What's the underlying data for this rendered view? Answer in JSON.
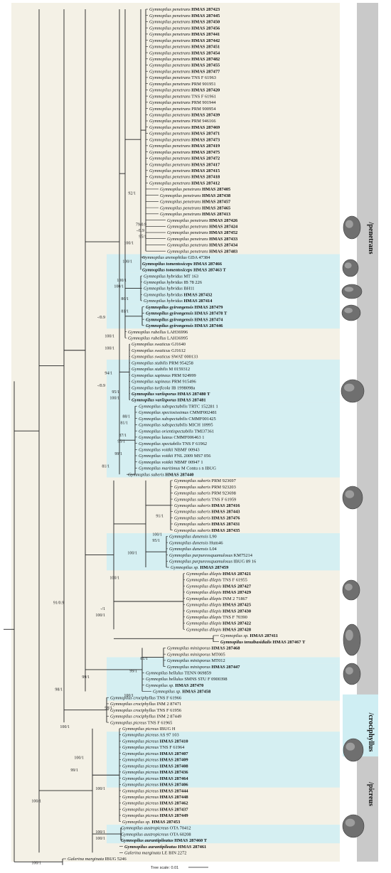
{
  "colors": {
    "band": "#f4f1e6",
    "highlight": "#cfeef3",
    "grey": "#c9c9c9",
    "branch": "#222222"
  },
  "groups": [
    "/penetrans",
    "/crociphyllus",
    "/picreus"
  ],
  "scale": {
    "label": "Tree scale: 0.01"
  },
  "supports": [
    "92/1",
    "79/0.9",
    "-/0.9",
    "100/1",
    "95/1",
    "100/1",
    "100/1",
    "86/1",
    "100/1",
    "81/1",
    "-/0.9",
    "100/1",
    "100/1",
    "94/1",
    "-/0.9",
    "95/1",
    "100/1",
    "88/1",
    "81/1",
    "87/1",
    "95/1",
    "99/1",
    "81/1",
    "100/1",
    "91/1",
    "95/1",
    "100/1",
    "100/1",
    "91/0.9",
    "-/1",
    "100/1",
    "98/1",
    "81/1",
    "99/1",
    "99/1",
    "100/1",
    "98/1",
    "100/1",
    "100/1",
    "99/1",
    "100/1",
    "100/1",
    "100/1",
    "100/1",
    "100/1"
  ],
  "taxa": [
    {
      "sp": "Gymnopilus penetrans",
      "id": "HMAS 287423",
      "b": 1
    },
    {
      "sp": "Gymnopilus penetrans",
      "id": "HMAS 287445",
      "b": 1
    },
    {
      "sp": "Gymnopilus penetrans",
      "id": "HMAS 287450",
      "b": 1
    },
    {
      "sp": "Gymnopilus penetrans",
      "id": "HMAS 287456",
      "b": 1
    },
    {
      "sp": "Gymnopilus penetrans",
      "id": "HMAS 287441",
      "b": 1
    },
    {
      "sp": "Gymnopilus penetrans",
      "id": "HMAS 287442",
      "b": 1
    },
    {
      "sp": "Gymnopilus penetrans",
      "id": "HMAS 287451",
      "b": 1
    },
    {
      "sp": "Gymnopilus penetrans",
      "id": "HMAS 287454",
      "b": 1
    },
    {
      "sp": "Gymnopilus penetrans",
      "id": "HMAS 287482",
      "b": 1
    },
    {
      "sp": "Gymnopilus penetrans",
      "id": "HMAS 287455",
      "b": 1
    },
    {
      "sp": "Gymnopilus penetrans",
      "id": "HMAS 287477",
      "b": 1
    },
    {
      "sp": "Gymnopilus penetrans",
      "id": "TNS F 61963",
      "b": 0
    },
    {
      "sp": "Gymnopilus penetrans",
      "id": "PRM 901951",
      "b": 0
    },
    {
      "sp": "Gymnopilus penetrans",
      "id": "HMAS 287420",
      "b": 1
    },
    {
      "sp": "Gymnopilus penetrans",
      "id": "TNS F 61961",
      "b": 0
    },
    {
      "sp": "Gymnopilus penetrans",
      "id": "PRM 901944",
      "b": 0
    },
    {
      "sp": "Gymnopilus penetrans",
      "id": "PRM 900954",
      "b": 0
    },
    {
      "sp": "Gymnopilus penetrans",
      "id": "HMAS 287439",
      "b": 1
    },
    {
      "sp": "Gymnopilus penetrans",
      "id": "PRM 946166",
      "b": 0
    },
    {
      "sp": "Gymnopilus penetrans",
      "id": "HMAS 287469",
      "b": 1
    },
    {
      "sp": "Gymnopilus penetrans",
      "id": "HMAS 287471",
      "b": 1
    },
    {
      "sp": "Gymnopilus penetrans",
      "id": "HMAS 287473",
      "b": 1
    },
    {
      "sp": "Gymnopilus penetrans",
      "id": "HMAS 287419",
      "b": 1
    },
    {
      "sp": "Gymnopilus penetrans",
      "id": "HMAS 287475",
      "b": 1
    },
    {
      "sp": "Gymnopilus penetrans",
      "id": "HMAS 287472",
      "b": 1
    },
    {
      "sp": "Gymnopilus penetrans",
      "id": "HMAS 287417",
      "b": 1
    },
    {
      "sp": "Gymnopilus penetrans",
      "id": "HMAS 287415",
      "b": 1
    },
    {
      "sp": "Gymnopilus penetrans",
      "id": "HMAS 287418",
      "b": 1
    },
    {
      "sp": "Gymnopilus penetrans",
      "id": "HMAS 287412",
      "b": 1
    },
    {
      "sp": "Gymnopilus penetrans",
      "id": "HMAS 287405",
      "b": 1
    },
    {
      "sp": "Gymnopilus penetrans",
      "id": "HMAS 287438",
      "b": 1
    },
    {
      "sp": "Gymnopilus penetrans",
      "id": "HMAS 287457",
      "b": 1
    },
    {
      "sp": "Gymnopilus penetrans",
      "id": "HMAS 287465",
      "b": 1
    },
    {
      "sp": "Gymnopilus penetrans",
      "id": "HMAS 287413",
      "b": 1
    },
    {
      "sp": "Gymnopilus penetrans",
      "id": "HMAS 287426",
      "b": 1
    },
    {
      "sp": "Gymnopilus penetrans",
      "id": "HMAS 287424",
      "b": 1
    },
    {
      "sp": "Gymnopilus penetrans",
      "id": "HMAS 287452",
      "b": 1
    },
    {
      "sp": "Gymnopilus penetrans",
      "id": "HMAS 287433",
      "b": 1
    },
    {
      "sp": "Gymnopilus penetrans",
      "id": "HMAS 287434",
      "b": 1
    },
    {
      "sp": "Gymnopilus penetrans",
      "id": "HMAS 287483",
      "b": 1
    },
    {
      "sp": "Gymnopilus arenophilus",
      "id": "GDA 47384",
      "b": 0
    },
    {
      "sp": "Gymnopilus tomentosiceps",
      "id": "HMAS 287466",
      "b": 2
    },
    {
      "sp": "Gymnopilus tomentosiceps",
      "id": "HMAS 287463 T",
      "b": 2
    },
    {
      "sp": "Gymnopilus hybridus",
      "id": "MT 163",
      "b": 0
    },
    {
      "sp": "Gymnopilus hybridus",
      "id": "IB 78 226",
      "b": 0
    },
    {
      "sp": "Gymnopilus hybridus",
      "id": "BH11",
      "b": 0
    },
    {
      "sp": "Gymnopilus hybridus",
      "id": "HMAS 287432",
      "b": 1
    },
    {
      "sp": "Gymnopilus hybridus",
      "id": "HMAS 287414",
      "b": 1
    },
    {
      "sp": "Gymnopilus gyirongensis",
      "id": "HMAS 287479",
      "b": 2
    },
    {
      "sp": "Gymnopilus gyirongensis",
      "id": "HMAS 287478 T",
      "b": 2
    },
    {
      "sp": "Gymnopilus gyirongensis",
      "id": "HMAS 287474",
      "b": 2
    },
    {
      "sp": "Gymnopilus gyirongensis",
      "id": "HMAS 287446",
      "b": 2
    },
    {
      "sp": "Gymnopilus rubellus",
      "id": "LAH36996",
      "b": 0
    },
    {
      "sp": "Gymnopilus rubellus",
      "id": "LAH36995",
      "b": 0
    },
    {
      "sp": "Gymnopilus swaticus",
      "id": "GJ1640",
      "b": 0
    },
    {
      "sp": "Gymnopilus swaticus",
      "id": "GJ1612",
      "b": 0
    },
    {
      "sp": "Gymnopilus swaticus",
      "id": "SWAT 000133",
      "b": 0
    },
    {
      "sp": "Gymnopilus stabilis",
      "id": "PRM 954258",
      "b": 0
    },
    {
      "sp": "Gymnopilus stabilis",
      "id": "M 0159312",
      "b": 0
    },
    {
      "sp": "Gymnopilus sapineus",
      "id": "PRM 924999",
      "b": 0
    },
    {
      "sp": "Gymnopilus sapineus",
      "id": "PRM 915496",
      "b": 0
    },
    {
      "sp": "Gymnopilus turficola",
      "id": "IB 1998098a",
      "b": 0
    },
    {
      "sp": "Gymnopilus variisporus",
      "id": "HMAS 287480 T",
      "b": 2
    },
    {
      "sp": "Gymnopilus variisporus",
      "id": "HMAS 287481",
      "b": 2
    },
    {
      "sp": "Gymnopilus subspectabilis",
      "id": "TRTC 152281 1",
      "b": 0
    },
    {
      "sp": "Gymnopilus speciosissimus",
      "id": "CMMF002481",
      "b": 0
    },
    {
      "sp": "Gymnopilus subspectabilis",
      "id": "CMMF001425",
      "b": 0
    },
    {
      "sp": "Gymnopilus subspectabilis",
      "id": "MICH 10995",
      "b": 0
    },
    {
      "sp": "Gymnopilus orientispectabilis",
      "id": "TMI37361",
      "b": 0
    },
    {
      "sp": "Gymnopilus luteus",
      "id": "CMMF006463 1",
      "b": 0
    },
    {
      "sp": "Gymnopilus spectabilis",
      "id": "TNS F 61962",
      "b": 0
    },
    {
      "sp": "Gymnopilus voitkii",
      "id": "NBMF 00943",
      "b": 0
    },
    {
      "sp": "Gymnopilus voitkii",
      "id": "FNL 2009 MS7 056",
      "b": 0
    },
    {
      "sp": "Gymnopilus voitkii",
      "id": "NBMF 00947 1",
      "b": 0
    },
    {
      "sp": "Gymnopilus maritimus",
      "id": "M Contu s n IBUG",
      "b": 0
    },
    {
      "sp": "Gymnopilus suberis",
      "id": "HMAS 287440",
      "b": 1
    },
    {
      "sp": "Gymnopilus suberis",
      "id": "PRM 923697",
      "b": 0
    },
    {
      "sp": "Gymnopilus suberis",
      "id": "PRM 923203",
      "b": 0
    },
    {
      "sp": "Gymnopilus suberis",
      "id": "PRM 923698",
      "b": 0
    },
    {
      "sp": "Gymnopilus suberis",
      "id": "TNS F 61959",
      "b": 0
    },
    {
      "sp": "Gymnopilus suberis",
      "id": "HMAS 287416",
      "b": 1
    },
    {
      "sp": "Gymnopilus suberis",
      "id": "HMAS 287443",
      "b": 1
    },
    {
      "sp": "Gymnopilus suberis",
      "id": "HMAS 287476",
      "b": 1
    },
    {
      "sp": "Gymnopilus suberis",
      "id": "HMAS 287431",
      "b": 1
    },
    {
      "sp": "Gymnopilus suberis",
      "id": "HMAS 287435",
      "b": 1
    },
    {
      "sp": "Gymnopilus dunensis",
      "id": "L90",
      "b": 0
    },
    {
      "sp": "Gymnopilus dunensis",
      "id": "Hum46",
      "b": 0
    },
    {
      "sp": "Gymnopilus dunensis",
      "id": "L04",
      "b": 0
    },
    {
      "sp": "Gymnopilus purpureosquamulosus",
      "id": "KM75214",
      "b": 0
    },
    {
      "sp": "Gymnopilus purpureosquamulosus",
      "id": "IBUG 89 16",
      "b": 0
    },
    {
      "sp": "Gymnopilus sp.",
      "id": "HMAS 287459",
      "b": 1
    },
    {
      "sp": "Gymnopilus dilepis",
      "id": "HMAS 287421",
      "b": 1
    },
    {
      "sp": "Gymnopilus dilepis",
      "id": "TNS F 61955",
      "b": 0
    },
    {
      "sp": "Gymnopilus dilepis",
      "id": "HMAS 287427",
      "b": 1
    },
    {
      "sp": "Gymnopilus dilepis",
      "id": "HMAS 287429",
      "b": 1
    },
    {
      "sp": "Gymnopilus dilepis",
      "id": "INM 2 71867",
      "b": 0
    },
    {
      "sp": "Gymnopilus dilepis",
      "id": "HMAS 287425",
      "b": 1
    },
    {
      "sp": "Gymnopilus dilepis",
      "id": "HMAS 287430",
      "b": 1
    },
    {
      "sp": "Gymnopilus dilepis",
      "id": "TNS F 70390",
      "b": 0
    },
    {
      "sp": "Gymnopilus dilepis",
      "id": "HMAS 287422",
      "b": 1
    },
    {
      "sp": "Gymnopilus dilepis",
      "id": "HMAS 287428",
      "b": 1
    },
    {
      "sp": "Gymnopilus sp.",
      "id": "HMAS 287411",
      "b": 1
    },
    {
      "sp": "Gymnopilus tenuibasidialis",
      "id": "HMAS 287467 T",
      "b": 2
    },
    {
      "sp": "Gymnopilus minisporus",
      "id": "HMAS 287468",
      "b": 1
    },
    {
      "sp": "Gymnopilus minisporus",
      "id": "MT005",
      "b": 0
    },
    {
      "sp": "Gymnopilus minisporus",
      "id": "MT012",
      "b": 0
    },
    {
      "sp": "Gymnopilus minisporus",
      "id": "HMAS 287447",
      "b": 1
    },
    {
      "sp": "Gymnopilus bellulus",
      "id": "TENN 069859",
      "b": 0
    },
    {
      "sp": "Gymnopilus bellulus",
      "id": "SMNS STU F 0900398",
      "b": 0
    },
    {
      "sp": "Gymnopilus sp.",
      "id": "HMAS 287470",
      "b": 1
    },
    {
      "sp": "Gymnopilus sp.",
      "id": "HMAS 287458",
      "b": 1
    },
    {
      "sp": "Gymnopilus crociphyllus",
      "id": "TNS F 61966",
      "b": 0
    },
    {
      "sp": "Gymnopilus crociphyllus",
      "id": "INM 2 87471",
      "b": 0
    },
    {
      "sp": "Gymnopilus crociphyllus",
      "id": "TNS F 61956",
      "b": 0
    },
    {
      "sp": "Gymnopilus crociphyllus",
      "id": "INM 2 87449",
      "b": 0
    },
    {
      "sp": "Gymnopilus picreus",
      "id": "TNS F 61965",
      "b": 0
    },
    {
      "sp": "Gymnopilus picreus",
      "id": "IBUG H",
      "b": 0
    },
    {
      "sp": "Gymnopilus picreus",
      "id": "AS 97 103",
      "b": 0
    },
    {
      "sp": "Gymnopilus picreus",
      "id": "HMAS 287410",
      "b": 1
    },
    {
      "sp": "Gymnopilus picreus",
      "id": "TNS F 61964",
      "b": 0
    },
    {
      "sp": "Gymnopilus picreus",
      "id": "HMAS 287407",
      "b": 1
    },
    {
      "sp": "Gymnopilus picreus",
      "id": "HMAS 287409",
      "b": 1
    },
    {
      "sp": "Gymnopilus picreus",
      "id": "HMAS 287408",
      "b": 1
    },
    {
      "sp": "Gymnopilus picreus",
      "id": "HMAS 287436",
      "b": 1
    },
    {
      "sp": "Gymnopilus picreus",
      "id": "HMAS 287464",
      "b": 1
    },
    {
      "sp": "Gymnopilus picreus",
      "id": "HMAS 287406",
      "b": 1
    },
    {
      "sp": "Gymnopilus picreus",
      "id": "HMAS 287444",
      "b": 1
    },
    {
      "sp": "Gymnopilus picreus",
      "id": "HMAS 287448",
      "b": 1
    },
    {
      "sp": "Gymnopilus picreus",
      "id": "HMAS 287462",
      "b": 1
    },
    {
      "sp": "Gymnopilus picreus",
      "id": "HMAS 287437",
      "b": 1
    },
    {
      "sp": "Gymnopilus picreus",
      "id": "HMAS 287449",
      "b": 1
    },
    {
      "sp": "Gymnopilus sp.",
      "id": "HMAS 287453",
      "b": 1
    },
    {
      "sp": "Gymnopilus austropicreus",
      "id": "OTA 70412",
      "b": 0
    },
    {
      "sp": "Gymnopilus austropicreus",
      "id": "OTA 60208",
      "b": 0
    },
    {
      "sp": "Gymnopilus aurantipileatus",
      "id": "HMAS 287460 T",
      "b": 2
    },
    {
      "sp": "Gymnopilus aurantipileatus",
      "id": "HMAS 287461",
      "b": 2
    },
    {
      "sp": "Galerina marginata",
      "id": "LE BIN 2272",
      "b": 0
    },
    {
      "sp": "Galerina marginata",
      "id": "IBUG 5246",
      "b": 0
    }
  ]
}
